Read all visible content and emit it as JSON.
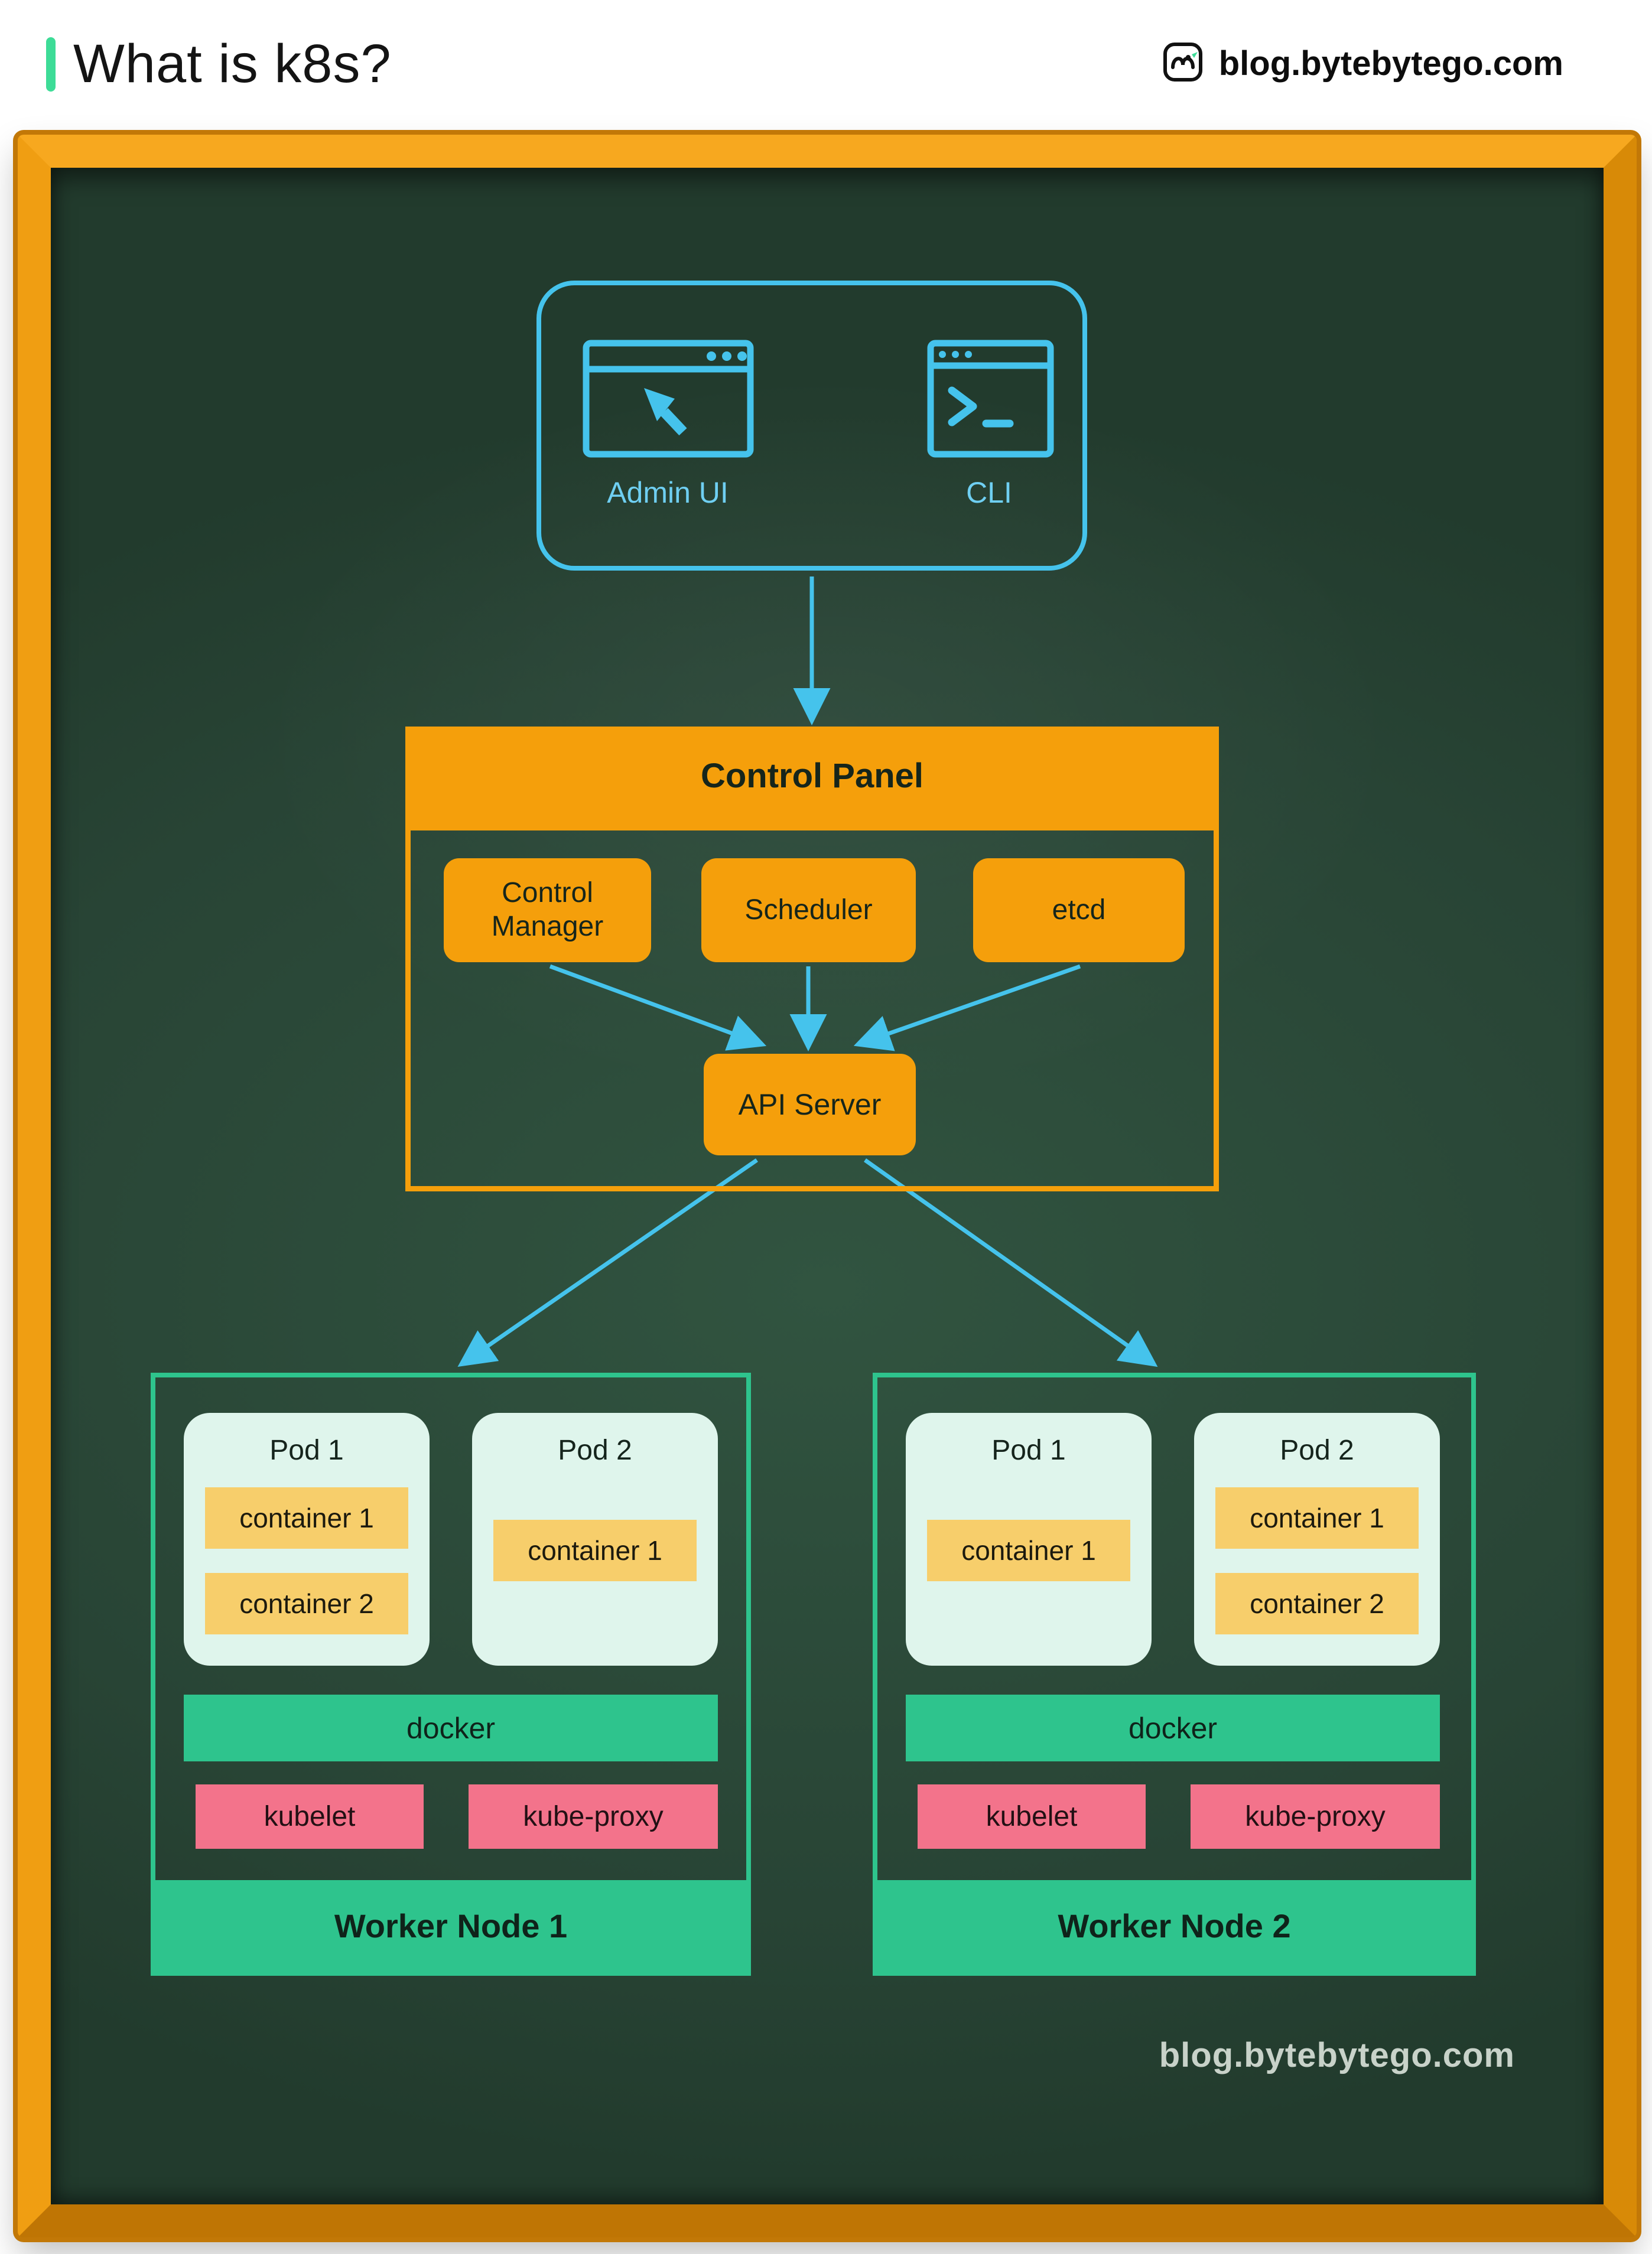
{
  "header": {
    "title": "What is k8s?",
    "brand": "blog.bytebytego.com"
  },
  "clients": {
    "admin_ui_label": "Admin UI",
    "cli_label": "CLI"
  },
  "control_panel": {
    "title": "Control Panel",
    "components": [
      {
        "label": "Control Manager"
      },
      {
        "label": "Scheduler"
      },
      {
        "label": "etcd"
      }
    ],
    "api_server_label": "API Server"
  },
  "workers": [
    {
      "name": "Worker Node 1",
      "pods": [
        {
          "label": "Pod 1",
          "containers": [
            "container 1",
            "container 2"
          ]
        },
        {
          "label": "Pod 2",
          "containers": [
            "container 1"
          ]
        }
      ],
      "runtime": "docker",
      "kubelet": "kubelet",
      "kube_proxy": "kube-proxy"
    },
    {
      "name": "Worker Node 2",
      "pods": [
        {
          "label": "Pod 1",
          "containers": [
            "container 1"
          ]
        },
        {
          "label": "Pod 2",
          "containers": [
            "container 1",
            "container 2"
          ]
        }
      ],
      "runtime": "docker",
      "kubelet": "kubelet",
      "kube_proxy": "kube-proxy"
    }
  ],
  "watermark": "blog.bytebytego.com",
  "colors": {
    "accent_mint": "#3DDC97",
    "cyan": "#45C3EC",
    "cyan_text": "#6FCFF2",
    "orange": "#F59F0B",
    "green": "#2EC48D",
    "mint": "#DFF5EC",
    "yellow": "#F7CE6B",
    "pink": "#F3738B",
    "board": "#2B4A3B",
    "frame": "#EF9D12"
  }
}
